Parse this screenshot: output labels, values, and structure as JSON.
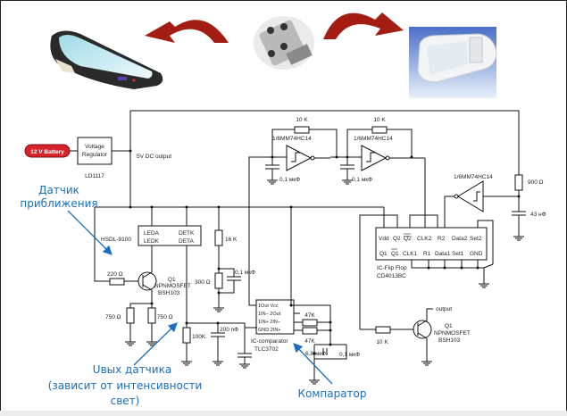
{
  "pictures": {
    "mirror": "rearview-mirror-image",
    "sensor_board": "sensor-board-image",
    "lamp": "dome-lamp-image",
    "arrow_color": "#a31d12"
  },
  "power": {
    "battery_label": "12 V Battery",
    "battery_color": "#d9232a",
    "regulator_line1": "Voltage",
    "regulator_line2": "Regulator",
    "regulator_part": "LD1117",
    "dc_output": "5V DC output"
  },
  "oscillator": {
    "r1": "10 K",
    "r2": "10 K",
    "inv1": "1/6MM74HC14",
    "inv2": "1/6MM74HC14",
    "c1": "0,1 мкФ",
    "c2": "0,1 мкФ"
  },
  "sensor": {
    "part": "HSDL-9100",
    "pins": [
      "LEDA",
      "DETK",
      "LEDK",
      "DETA"
    ],
    "r_base": "220 Ω",
    "q_name": "Q1",
    "q_type": "NPNMOSFET",
    "q_part": "BSH103",
    "r_a": "750 Ω",
    "r_b": "750 Ω",
    "r_16k": "16 K",
    "r_300": "300 Ω",
    "c_ref": "0,1 мкФ",
    "r_100k": "100K",
    "c_200": "200 пФ"
  },
  "comparator": {
    "pins": [
      "1Out  Vcc",
      "1IN−  2Out",
      "1IN+  2IN−",
      "GND  2IN+"
    ],
    "label": "IC-comparator",
    "part": "TLC3702",
    "r1": "47K",
    "r2": "47K",
    "c1": "6,8 мкФ",
    "c2": "0,1 мкФ"
  },
  "flipflop": {
    "top_pins": [
      "Vdd",
      "Q2",
      "Q2",
      "CLK2",
      "R2",
      "Data2",
      "Set2"
    ],
    "bottom_pins": [
      "Q1",
      "Q1",
      "CLK1",
      "R1",
      "Data1",
      "Set1",
      "GND"
    ],
    "label": "IC-Flip Flop",
    "part": "CD4013BC"
  },
  "delay": {
    "inv": "1/6MM74HC14",
    "r": "900 Ω",
    "c": "43 нФ"
  },
  "output_stage": {
    "r": "10 K",
    "q_name": "Q1",
    "q_type": "NPNMOSFET",
    "q_part": "BSH103",
    "output_label": "output"
  },
  "annotations": {
    "sensor_line1": "Датчик",
    "sensor_line2": "приближения",
    "vout_line1": "Uвых датчика",
    "vout_line2": "(зависит от интенсивности",
    "vout_line3": "свет)",
    "comparator": "Компаратор",
    "color": "#1a6fc0"
  }
}
